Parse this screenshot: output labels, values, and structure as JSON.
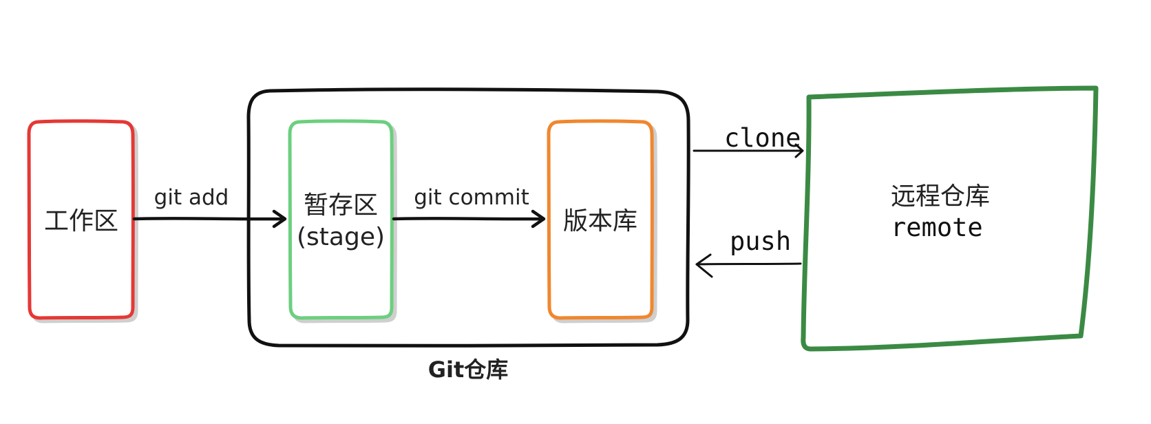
{
  "nodes": {
    "working_dir": {
      "label": "工作区",
      "color": "#e53935"
    },
    "stage": {
      "line1": "暂存区",
      "line2": "(stage)",
      "color": "#6ccf7f"
    },
    "version_repo": {
      "label": "版本库",
      "color": "#f0872f"
    },
    "git_repo": {
      "label": "Git仓库",
      "color": "#111111"
    },
    "remote": {
      "line1": "远程仓库",
      "line2": "remote",
      "color": "#3b8a44"
    }
  },
  "edges": {
    "git_add": {
      "label": "git add"
    },
    "git_commit": {
      "label": "git commit"
    },
    "clone": {
      "label": "clone"
    },
    "push": {
      "label": "push"
    }
  }
}
